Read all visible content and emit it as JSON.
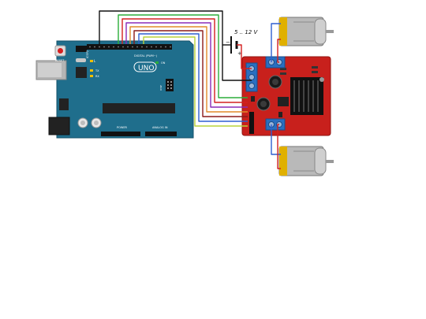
{
  "arduino": {
    "board_name": "UNO",
    "reset_label": "RESET",
    "icsp_label": "ICSP2",
    "icsp1_label": "ICSP",
    "led_l": "L",
    "led_tx": "TX",
    "led_rx": "RX",
    "digital_label": "DIGITAL (PWM~)",
    "power_label": "POWER",
    "analog_label": "ANALOG IN",
    "on_label": "ON"
  },
  "battery": {
    "voltage_label": "5 .. 12 V",
    "minus_label": "−",
    "plus_label": "+"
  },
  "colors": {
    "arduino_board": "#1f6e8c",
    "driver_board": "#c8201c",
    "terminal_block": "#2a6fc0",
    "motor_body": "#b9b9b9",
    "motor_end": "#e0b000"
  },
  "wires": [
    {
      "name": "wire-black-power",
      "color": "#111111"
    },
    {
      "name": "wire-green",
      "color": "#2cae3a"
    },
    {
      "name": "wire-red",
      "color": "#d42020"
    },
    {
      "name": "wire-purple",
      "color": "#8a2bb8"
    },
    {
      "name": "wire-orange",
      "color": "#e08a2a"
    },
    {
      "name": "wire-darkred",
      "color": "#8b1a1a"
    },
    {
      "name": "wire-blue",
      "color": "#2f5fd0"
    },
    {
      "name": "wire-yellowgreen",
      "color": "#b8d23a"
    }
  ]
}
